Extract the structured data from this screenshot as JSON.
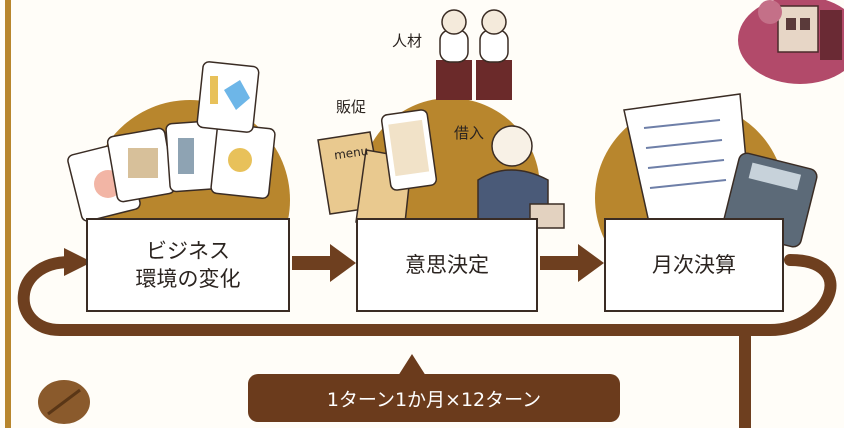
{
  "steps": [
    {
      "line1": "ビジネス",
      "line2": "環境の変化"
    },
    {
      "line1": "意思決定"
    },
    {
      "line1": "月次決算"
    }
  ],
  "labels": {
    "jinzai": "人材",
    "hansoku": "販促",
    "shakunyu": "借入",
    "menu": "menu"
  },
  "banner": "1ターン1か月×12ターン",
  "colors": {
    "loop": "#6e3f1f",
    "circle": "#b8862d",
    "banner": "#6b3b1c",
    "box_border": "#3a2c24"
  }
}
